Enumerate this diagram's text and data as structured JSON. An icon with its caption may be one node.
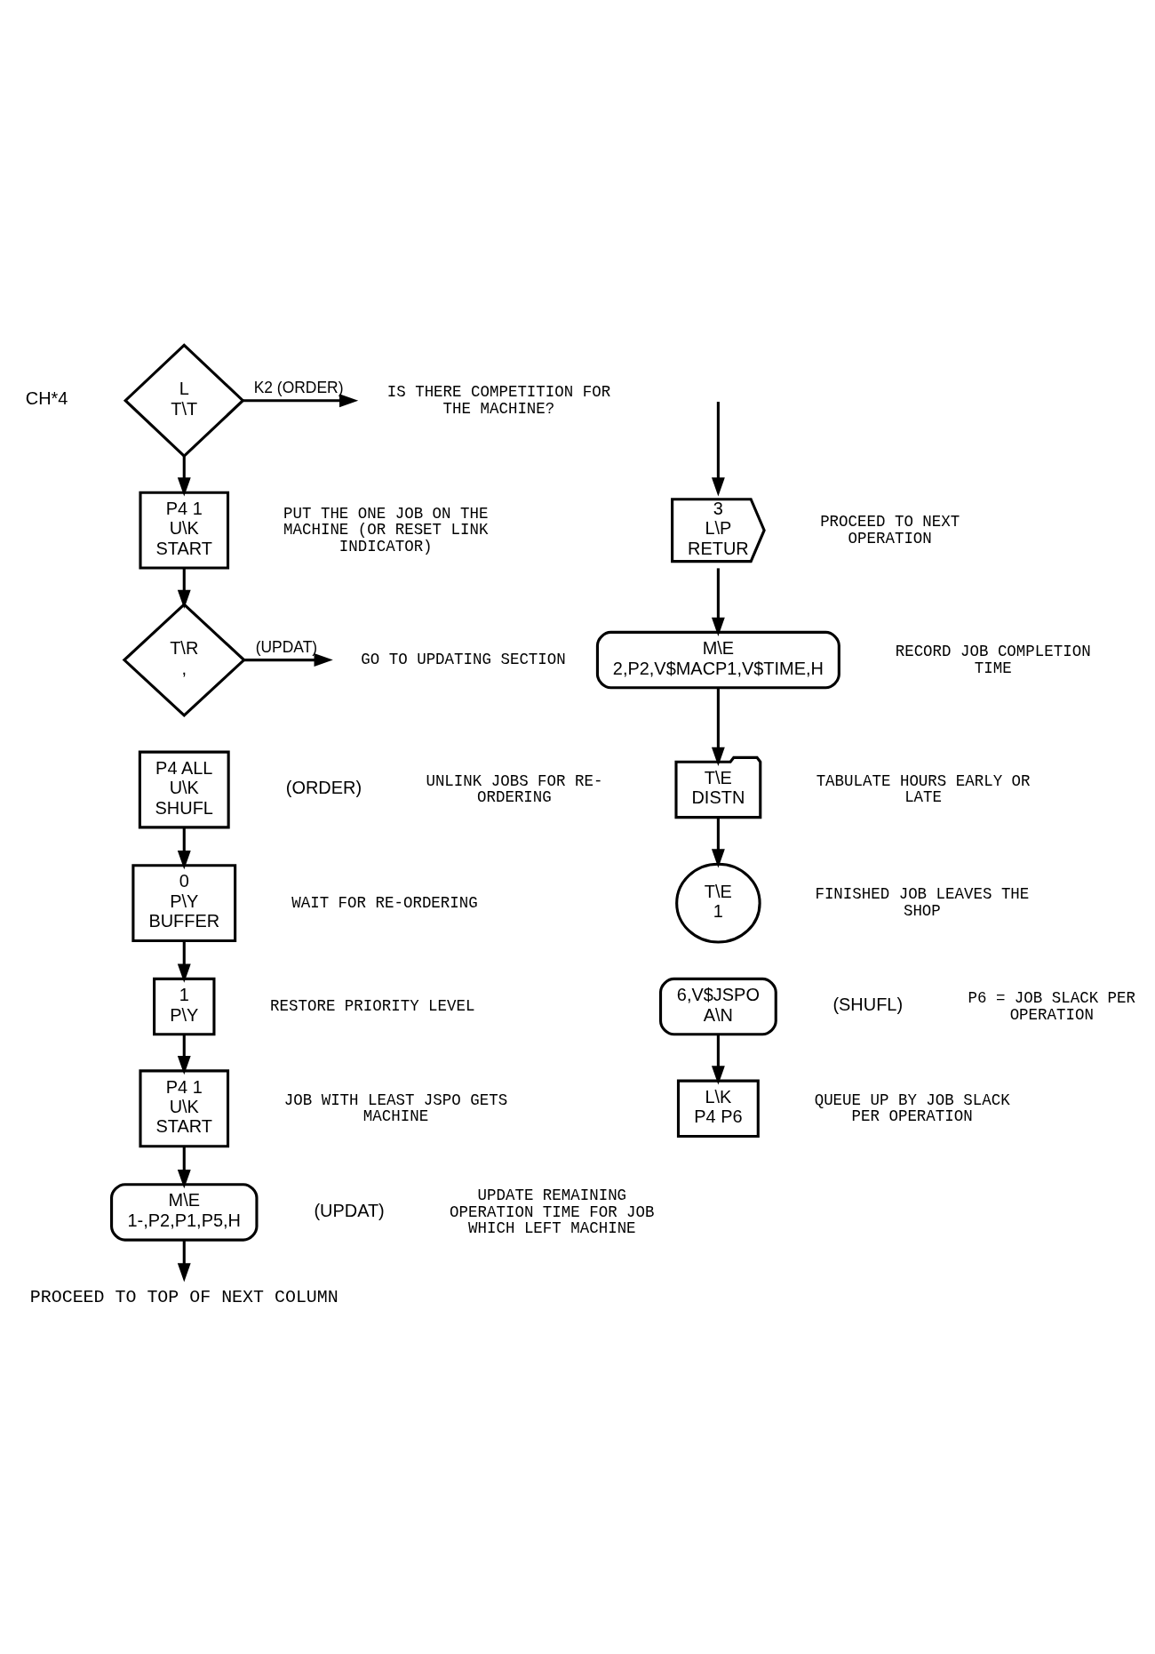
{
  "diagram": {
    "nodes": [
      {
        "text": [
          "L",
          "T\\T"
        ],
        "beside": [
          "CH*4"
        ]
      },
      {
        "text": [
          "P4 1",
          "U\\K",
          "START"
        ]
      },
      {
        "text": [
          "T\\R",
          ","
        ]
      },
      {
        "text": [
          "P4 ALL",
          "U\\K",
          "SHUFL"
        ],
        "beside": [
          "(ORDER)"
        ]
      },
      {
        "text": [
          "0",
          "P\\Y",
          "BUFFER"
        ]
      },
      {
        "text": [
          "1",
          "P\\Y"
        ]
      },
      {
        "text": [
          "P4 1",
          "U\\K",
          "START"
        ]
      },
      {
        "text": [
          "M\\E",
          "1-,P2,P1,P5,H"
        ],
        "beside": [
          "(UPDAT)"
        ]
      },
      {
        "text": [
          "PROCEED TO TOP OF NEXT COLUMN"
        ]
      },
      {
        "text": [
          "3",
          "L\\P",
          "RETUR"
        ]
      },
      {
        "text": [
          "M\\E",
          "2,P2,V$MACP1,V$TIME,H"
        ]
      },
      {
        "text": [
          "T\\E",
          "DISTN"
        ]
      },
      {
        "text": [
          "T\\E",
          "1"
        ]
      },
      {
        "text": [
          "6,V$JSPO",
          "A\\N"
        ],
        "beside": [
          "(SHUFL)"
        ]
      },
      {
        "text": [
          "L\\K",
          "P4 P6"
        ]
      }
    ],
    "edges": [
      {
        "from": 0,
        "to": null,
        "arrow": "to",
        "label": "K2 (ORDER)"
      },
      {
        "from": 0,
        "to": 1,
        "arrow": "to"
      },
      {
        "from": 1,
        "to": 2,
        "arrow": "to"
      },
      {
        "from": 2,
        "to": null,
        "arrow": "to",
        "label": "(UPDAT)"
      },
      {
        "from": 3,
        "to": 4,
        "arrow": "to"
      },
      {
        "from": 4,
        "to": 5,
        "arrow": "to"
      },
      {
        "from": 5,
        "to": 6,
        "arrow": "to"
      },
      {
        "from": 6,
        "to": 7,
        "arrow": "to"
      },
      {
        "from": 7,
        "to": 8,
        "arrow": "to"
      },
      {
        "from": null,
        "to": 9,
        "arrow": "to"
      },
      {
        "from": 9,
        "to": 10,
        "arrow": "to"
      },
      {
        "from": 10,
        "to": 11,
        "arrow": "to"
      },
      {
        "from": 11,
        "to": 12,
        "arrow": "to"
      },
      {
        "from": 13,
        "to": 14,
        "arrow": "to"
      }
    ],
    "labels": [
      "IS THERE COMPETITION FOR THE MACHINE?",
      "PUT THE ONE JOB ON THE MACHINE (OR RESET LINK INDICATOR)",
      "GO TO UPDATING SECTION",
      "UNLINK JOBS FOR RE-ORDERING",
      "WAIT FOR RE-ORDERING",
      "RESTORE PRIORITY LEVEL",
      "JOB WITH LEAST JSPO GETS MACHINE",
      "UPDATE REMAINING OPERATION TIME FOR JOB WHICH LEFT MACHINE",
      "PROCEED TO NEXT OPERATION",
      "RECORD JOB COMPLETION TIME",
      "TABULATE HOURS EARLY OR LATE",
      "FINISHED JOB LEAVES THE SHOP",
      "P6 = JOB SLACK PER OPERATION",
      "QUEUE UP BY JOB SLACK PER OPERATION"
    ]
  }
}
